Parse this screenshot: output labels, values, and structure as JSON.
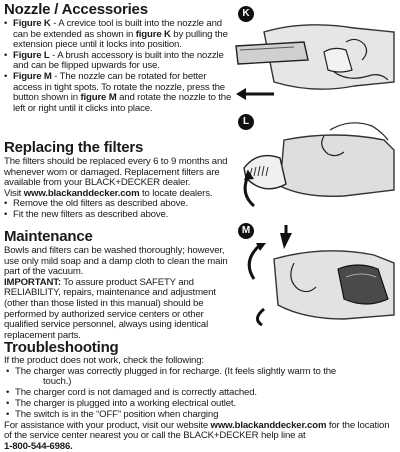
{
  "nozzle": {
    "title": "Nozzle / Accessories",
    "items": [
      {
        "label": "Figure K",
        "text": " - A crevice tool is built into the nozzle and can be extended as shown in ",
        "ref": "figure K",
        "text2": " by pulling the extension piece until it locks into position."
      },
      {
        "label": "Figure L",
        "text": " - A brush accessory is built into the nozzle and can be flipped upwards for use.",
        "ref": "",
        "text2": ""
      },
      {
        "label": "Figure M",
        "text": " - The nozzle can be rotated for better access in tight spots. To rotate the nozzle, press the button shown in ",
        "ref": "figure M",
        "text2": " and rotate the nozzle to the left or right until it clicks into place."
      }
    ]
  },
  "filters": {
    "title": "Replacing the filters",
    "intro": "The filters should be replaced every 6 to 9 months and whenever worn or damaged. Replacement filters are available from your BLACK+DECKER dealer.",
    "visit_prefix": "Visit ",
    "visit_url": "www.blackanddecker.com",
    "visit_suffix": " to locate dealers.",
    "steps": [
      "Remove the old filters as described above.",
      "Fit the new filters as described above."
    ]
  },
  "maintenance": {
    "title": "Maintenance",
    "text": "Bowls and filters can be washed thoroughly; however, use only mild soap and a damp cloth to clean the main part of the vacuum.",
    "important_label": "IMPORTANT:",
    "important_text": " To assure product SAFETY and RELIABILITY, repairs, maintenance and adjustment (other than those listed in this manual) should be performed by authorized service centers or other qualified service personnel, always using identical replacement parts."
  },
  "troubleshooting": {
    "title": "Troubleshooting",
    "intro": "If the product does not work, check the following:",
    "checks": [
      {
        "line1": "The charger was correctly plugged in for recharge. (It feels slightly warm to the",
        "line2": "touch.)"
      },
      {
        "line1": "The charger cord is not damaged and is correctly attached.",
        "line2": ""
      },
      {
        "line1": "The charger is plugged into a working electrical outlet.",
        "line2": ""
      },
      {
        "line1": "The switch is in the “OFF” position when charging",
        "line2": ""
      }
    ],
    "assist_prefix": "For assistance with your product, visit our website ",
    "assist_url": "www.blackanddecker.com",
    "assist_mid": " for the location of the service center nearest you or call the BLACK+DECKER help line at",
    "phone": "1-800-544-6986."
  },
  "figures": [
    {
      "id": "K"
    },
    {
      "id": "L"
    },
    {
      "id": "M"
    }
  ]
}
